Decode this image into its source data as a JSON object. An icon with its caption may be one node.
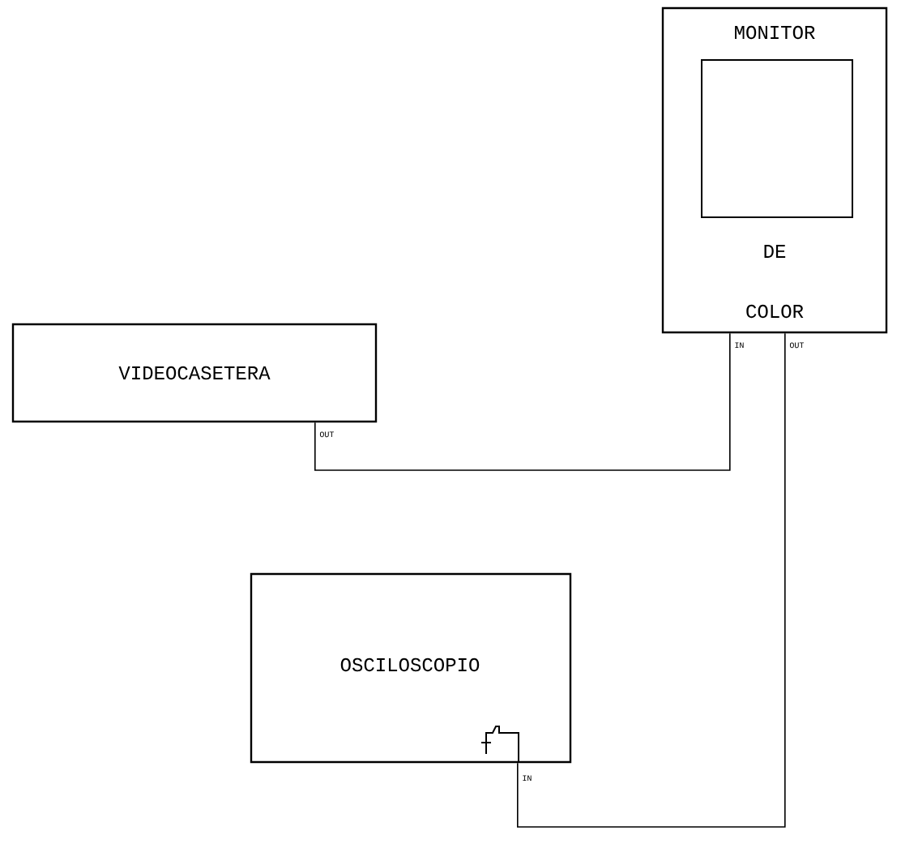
{
  "diagram": {
    "nodes": [
      {
        "text": [
          "VIDEOCASETERA"
        ]
      },
      {
        "text": [
          "MONITOR",
          "DE",
          "COLOR"
        ]
      },
      {
        "text": [
          "OSCILOSCOPIO"
        ]
      }
    ],
    "edges": [
      {
        "from": 0,
        "to": 1,
        "arrow": "none"
      },
      {
        "from": 1,
        "to": 2,
        "arrow": "none"
      }
    ],
    "labels": [
      "OUT",
      "IN",
      "OUT",
      "IN"
    ]
  }
}
